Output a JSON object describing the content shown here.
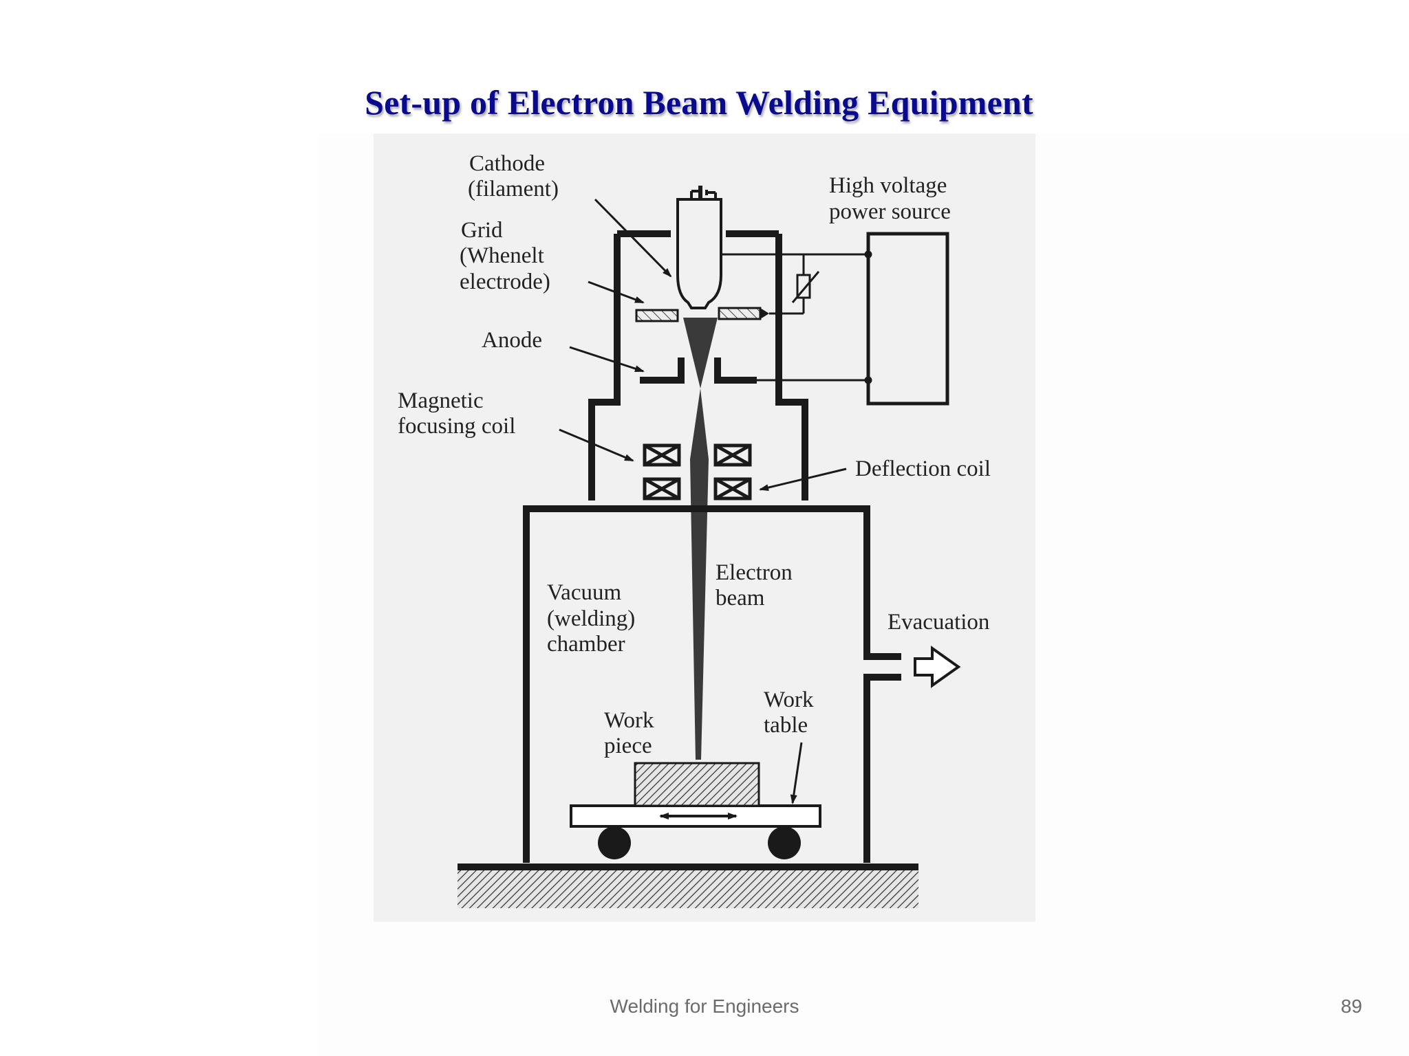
{
  "slide": {
    "title": "Set-up of  Electron Beam Welding Equipment",
    "footer": "Welding for Engineers",
    "page_number": "89"
  },
  "diagram": {
    "labels": {
      "cathode": [
        "Cathode",
        "(filament)"
      ],
      "grid": [
        "Grid",
        "(Whenelt",
        "electrode)"
      ],
      "anode": "Anode",
      "focusing_coil": [
        "Magnetic",
        "focusing coil"
      ],
      "power_source": [
        "High voltage",
        "power source"
      ],
      "deflection_coil": "Deflection coil",
      "electron_beam": [
        "Electron",
        "beam"
      ],
      "vacuum_chamber": [
        "Vacuum",
        "(welding)",
        "chamber"
      ],
      "evacuation": "Evacuation",
      "work_table": [
        "Work",
        "table"
      ],
      "work_piece": [
        "Work",
        "piece"
      ]
    }
  },
  "colors": {
    "title": "#0a0a8c",
    "footer": "#6b6b6b",
    "line": "#1a1a1a",
    "panel": "#f1f1f1"
  }
}
